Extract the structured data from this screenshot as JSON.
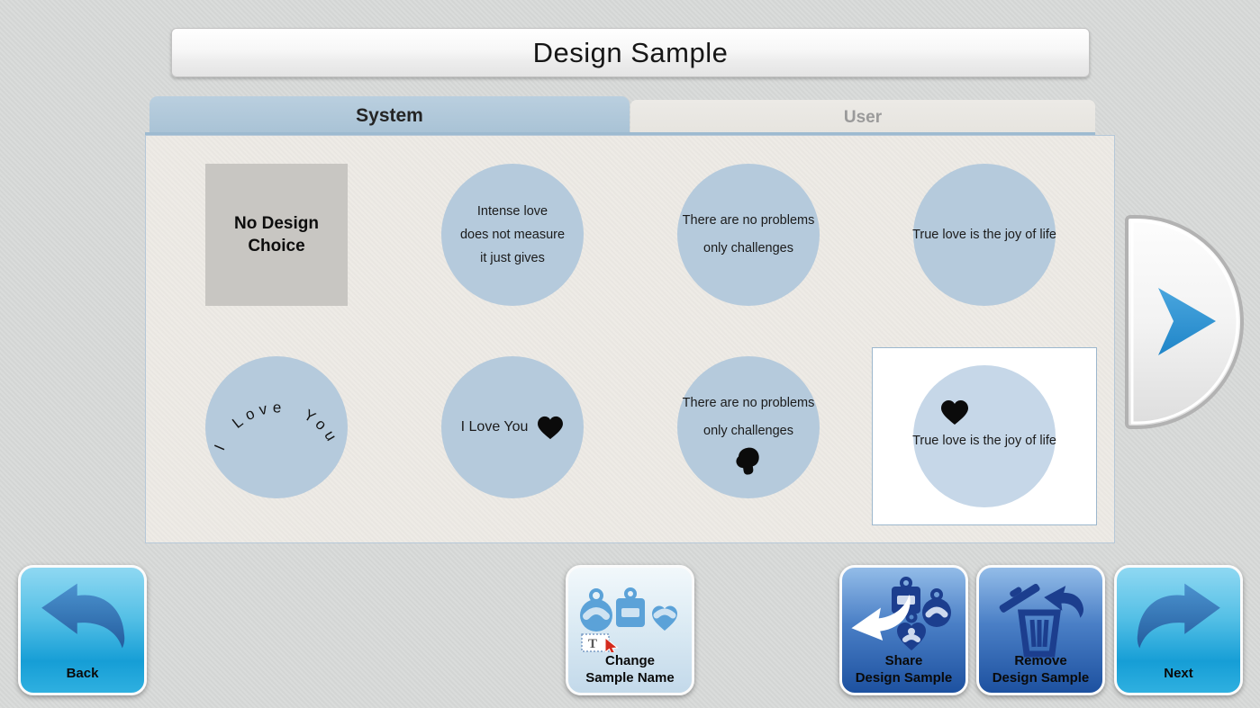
{
  "window": {
    "title": "Design Sample"
  },
  "tabs": {
    "system": {
      "label": "System",
      "active": true
    },
    "user": {
      "label": "User",
      "active": false
    }
  },
  "samples": [
    {
      "name": "no-design-choice",
      "shape": "square",
      "line1": "No Design",
      "line2": "Choice",
      "selected": false
    },
    {
      "name": "intense-love",
      "shape": "circle",
      "line1": "Intense love",
      "line2": "does not measure",
      "line3": "it just gives",
      "selected": false
    },
    {
      "name": "no-problems",
      "shape": "circle",
      "line1": "There are no problems",
      "line2": "only challenges",
      "selected": false
    },
    {
      "name": "true-love",
      "shape": "circle",
      "line1": "True love is the joy of life",
      "selected": false
    },
    {
      "name": "i-love-you-curved",
      "shape": "circle",
      "curved_text": "I Love You",
      "selected": false
    },
    {
      "name": "i-love-you-heart",
      "shape": "circle",
      "line1": "I Love You",
      "icon": "heart",
      "selected": false
    },
    {
      "name": "no-problems-glove",
      "shape": "circle",
      "line1": "There are no problems",
      "line2": "only challenges",
      "icon": "boxing-glove",
      "selected": false
    },
    {
      "name": "true-love-heart",
      "shape": "circle",
      "line1": "True love is the joy of life",
      "icon": "heart",
      "selected": true
    }
  ],
  "pager": {
    "action": "scroll-right",
    "icon": "blue-play-arrow"
  },
  "buttons": {
    "back": {
      "label": "Back",
      "icon": "curved-arrow-left"
    },
    "change_sample_name": {
      "line1": "Change",
      "line2": "Sample Name",
      "icon": "tags-with-text-cursor"
    },
    "share_design_sample": {
      "line1": "Share",
      "line2": "Design Sample",
      "icon": "white-arrow-with-tags"
    },
    "remove_design_sample": {
      "line1": "Remove",
      "line2": "Design Sample",
      "icon": "trash-can-with-arrow"
    },
    "next": {
      "label": "Next",
      "icon": "curved-arrow-right"
    }
  },
  "icons": {
    "heart": "black-heart",
    "boxing_glove": "black-boxing-glove",
    "tags": "round-square-heart-charm-tags",
    "text_cursor": "t-textbox-with-red-pointer"
  },
  "colors": {
    "background": "#d8dad9",
    "panel_bg": "#edeae5",
    "tab_active_bg": "#aec4d7",
    "tab_inactive_bg": "#e9e7e2",
    "circle_fill": "#b5cadc",
    "selected_circle_fill": "#c6d7e8",
    "selected_box_bg": "#ffffff",
    "square_fill": "#c8c6c2",
    "nav_button_top": "#8fd8f2",
    "nav_button_bottom": "#169ed6",
    "action_button_top": "#93bce8",
    "action_button_bottom": "#1d51a0",
    "arrow_navy": "#2a63a6",
    "pager_arrow_blue": "#2e8fd0",
    "cursor_red": "#d42b1e"
  }
}
